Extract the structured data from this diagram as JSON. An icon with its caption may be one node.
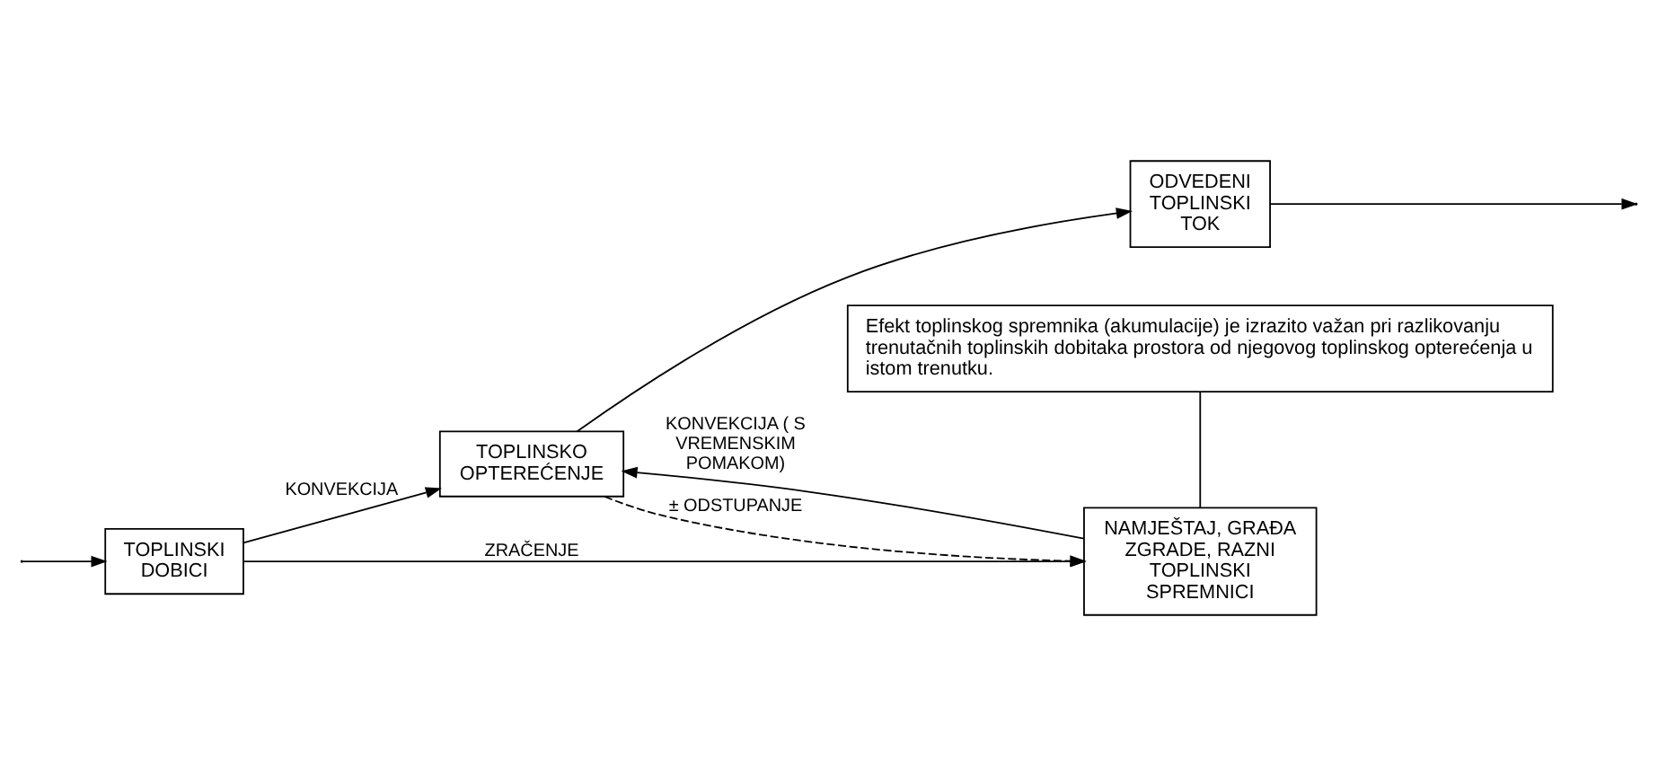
{
  "diagram": {
    "nodes": [
      {
        "text": [
          "TOPLINSKI DOBICI"
        ]
      },
      {
        "text": [
          "TOPLINSKO OPTEREĆENJE"
        ]
      },
      {
        "text": [
          "ODVEDENI TOPLINSKI TOK"
        ]
      },
      {
        "text": [
          "NAMJEŠTAJ, GRAĐA ZGRADE, RAZNI TOPLINSKI SPREMNICI"
        ]
      },
      {
        "text": [
          "Efekt toplinskog spremnika (akumulacije) je izrazito važan pri razlikovanju trenutačnih toplinskih dobitaka prostora od njegovog toplinskog opterećenja u istom trenutku."
        ]
      }
    ],
    "edges": [
      {
        "from": null,
        "to": 0,
        "arrow": "to"
      },
      {
        "from": 0,
        "to": 1,
        "arrow": "to",
        "label": "KONVEKCIJA"
      },
      {
        "from": 0,
        "to": 3,
        "arrow": "to",
        "label": "ZRAČENJE"
      },
      {
        "from": 3,
        "to": 1,
        "arrow": "to",
        "label": "KONVEKCIJA ( S VREMENSKIM POMAKOM)"
      },
      {
        "from": 1,
        "to": 2,
        "arrow": "to"
      },
      {
        "from": 2,
        "to": null,
        "arrow": "to"
      },
      {
        "from": 1,
        "to": 3,
        "arrow": "to",
        "label": "± ODSTUPANJE",
        "style": "dashed"
      },
      {
        "from": 4,
        "to": 3,
        "arrow": "none"
      }
    ]
  }
}
